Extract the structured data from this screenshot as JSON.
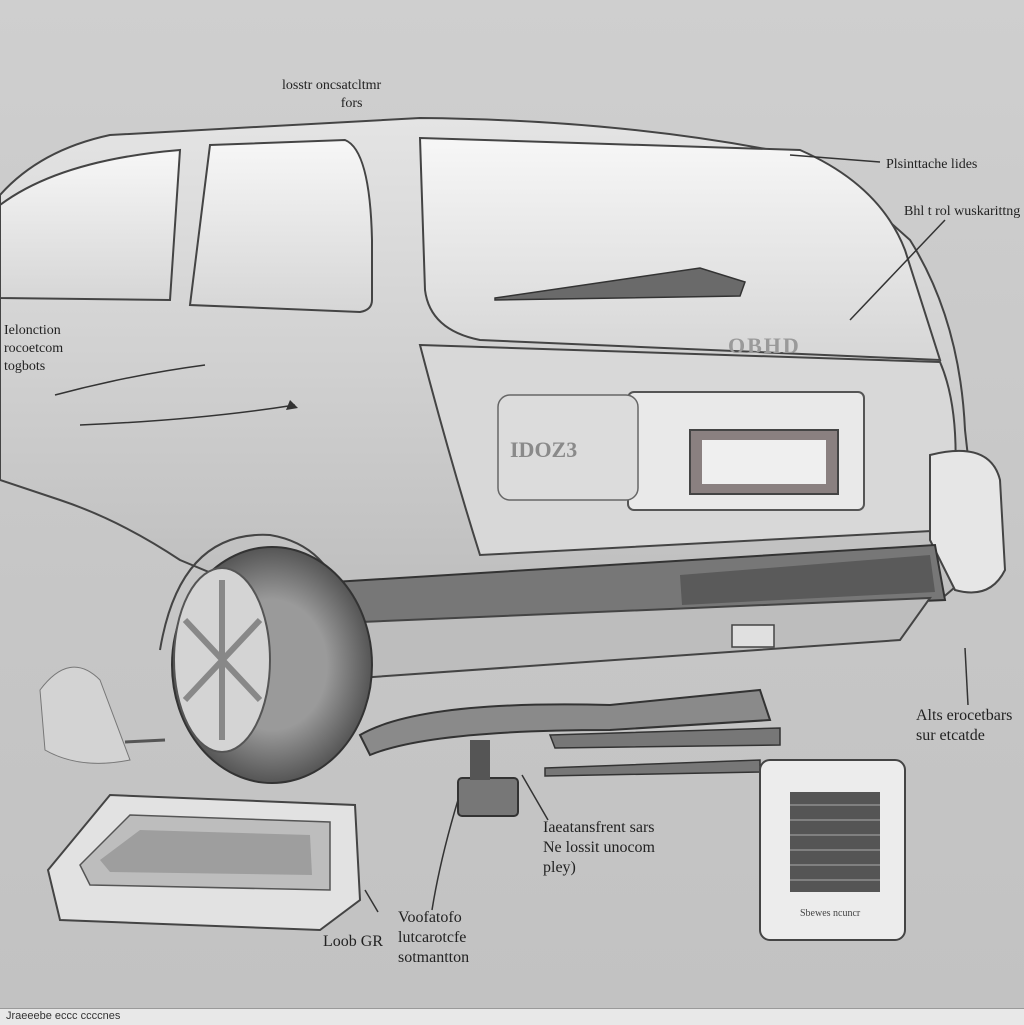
{
  "labels": {
    "top": [
      "losstr oncsatcltmr",
      "fors"
    ],
    "rear_glass": [
      "Plsinttache lides"
    ],
    "rear_wiper": [
      "Bhl t rol wuskarittng"
    ],
    "side_left": [
      "Ielonction",
      "rocoetcom",
      "togbots"
    ],
    "right_component": [
      "Alts erocetbars",
      "sur etcatde"
    ],
    "center_component": [
      "Iaeatansfrent sars",
      "Ne lossit unocom",
      "pley)"
    ],
    "bottom_center": [
      "Voofatofo",
      "lutcarotcfe",
      "sotmantton"
    ],
    "bottom_left": [
      "Loob GR"
    ],
    "module_plate": "Sbewes ncuncr",
    "car_badge": "IDOZ3",
    "tailgate_badge": "OBHD"
  },
  "footer": "Jraeeebe eccc ccccnes"
}
